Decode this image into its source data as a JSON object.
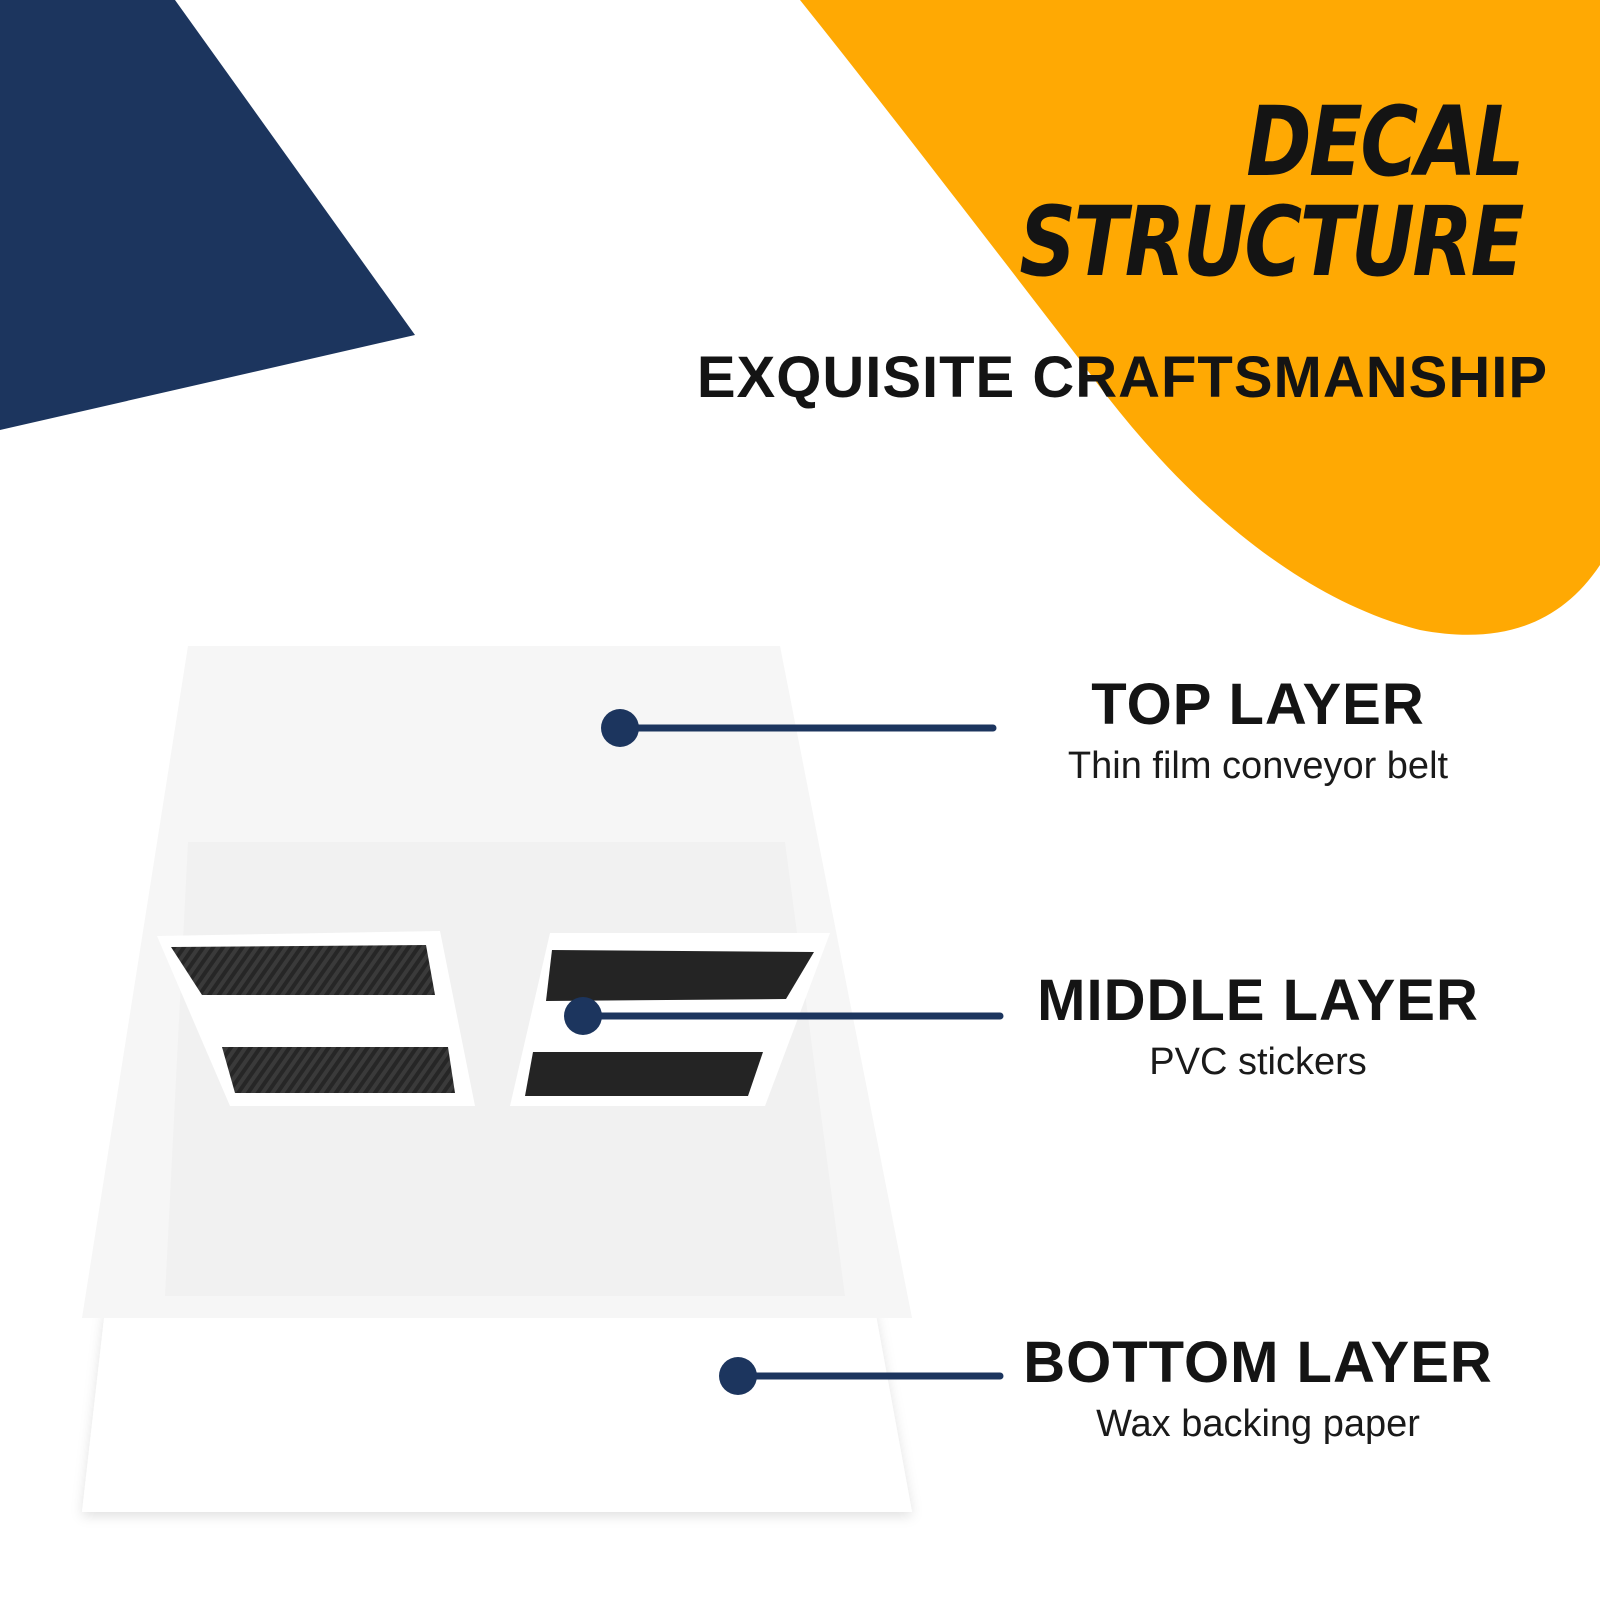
{
  "header": {
    "title_line1": "DECAL",
    "title_line2": "STRUCTURE",
    "subtitle": "EXQUISITE CRAFTSMANSHIP"
  },
  "layers": [
    {
      "title": "TOP LAYER",
      "description": "Thin film conveyor belt"
    },
    {
      "title": "MIDDLE LAYER",
      "description": "PVC stickers"
    },
    {
      "title": "BOTTOM LAYER",
      "description": "Wax backing paper"
    }
  ],
  "colors": {
    "navy": "#1c355e",
    "orange": "#ffa903",
    "text": "#141414",
    "sticker": "#262626"
  },
  "icons": [
    "callout-dot-icon"
  ]
}
